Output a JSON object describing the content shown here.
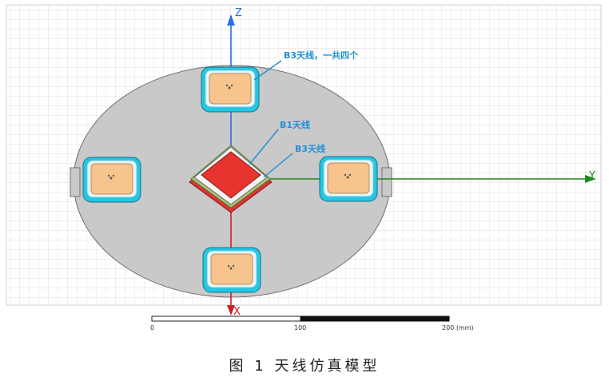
{
  "axes": {
    "z_label": "Z",
    "y_label": "Y",
    "x_label": "X"
  },
  "callouts": {
    "b3_outer": "B3天线，一共四个",
    "b1": "B1天线",
    "b3_inner": "B3天线"
  },
  "scale_bar": {
    "tick0": "0",
    "tick1": "100",
    "tick2": "200 (mm)"
  },
  "caption": "图 1  天线仿真模型",
  "colors": {
    "grid": "#d0d0d0",
    "ground": "#c8c8c8",
    "patch_fill": "#f7c58a",
    "patch_border": "#29d4ee",
    "b1_patch": "#e8342f",
    "z_axis": "#2f6fe0",
    "y_axis": "#1f8a1f",
    "x_axis": "#d21f1f",
    "callout": "#1f8fd6"
  }
}
